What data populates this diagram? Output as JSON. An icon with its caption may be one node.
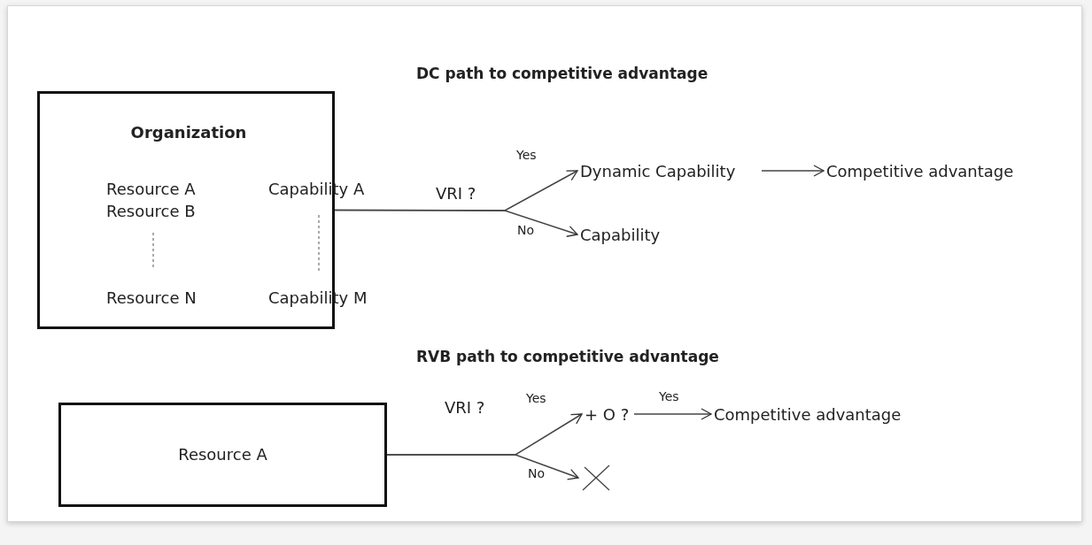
{
  "diagram": {
    "nodes": [
      {
        "text": [
          "Organization",
          "Resource A",
          "Resource B",
          "Resource N",
          "Capability A",
          "Capability M"
        ]
      },
      {
        "text": [
          "Dynamic Capability"
        ]
      },
      {
        "text": [
          "Competitive  advantage"
        ]
      },
      {
        "text": [
          "Capability"
        ]
      },
      {
        "text": [
          "Resource A"
        ]
      },
      {
        "text": [
          "+ O ?"
        ]
      },
      {
        "text": [
          "Competitive advantage"
        ]
      },
      {
        "text": [],
        "shape": "cross"
      }
    ],
    "edges": [
      {
        "from": 0,
        "to": 1,
        "arrow": "to",
        "label": "Yes"
      },
      {
        "from": 0,
        "to": 3,
        "arrow": "to",
        "label": "No"
      },
      {
        "from": 1,
        "to": 2,
        "arrow": "to"
      },
      {
        "from": 4,
        "to": 5,
        "arrow": "to",
        "label": "Yes"
      },
      {
        "from": 4,
        "to": 7,
        "arrow": "to",
        "label": "No"
      },
      {
        "from": 5,
        "to": 6,
        "arrow": "to",
        "label": "Yes"
      }
    ],
    "labels": [
      "DC path to competitive advantage",
      "VRI ?",
      "RVB path to competitive advantage",
      "VRI ?"
    ]
  }
}
